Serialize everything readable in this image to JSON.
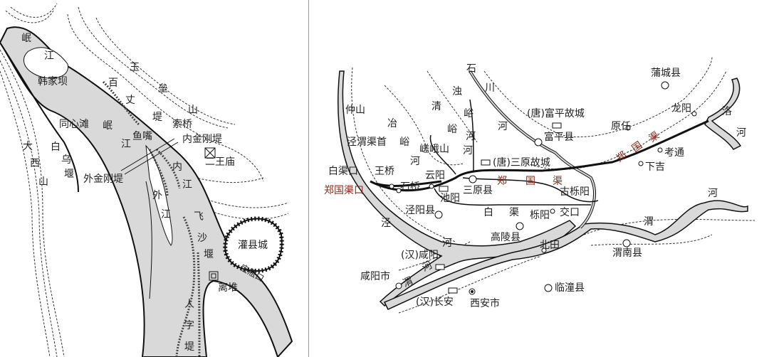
{
  "colors": {
    "water": "#d9d9d9",
    "line": "#111111",
    "canal_label": "#8b2b1a"
  },
  "left_map": {
    "labels": {
      "min_river_1": "岷",
      "jiang_1": "江",
      "hanjiaba": "韩家坝",
      "bai": "百",
      "yu": "玉",
      "lei": "垒",
      "zhang": "丈",
      "shan_1": "山",
      "di_1": "堤",
      "tongxintan": "同心滩",
      "min_river_2": "岷",
      "suoqiao": "索桥",
      "yuzui": "鱼嘴",
      "nei_jingang_di": "内金刚堤",
      "jiang_2": "江",
      "da": "大",
      "bai_2": "白",
      "erwangmiao": "二王庙",
      "xi": "西",
      "wu": "乌",
      "nei": "内",
      "yan_1": "堰",
      "wai_jingang_di": "外金刚堤",
      "shan_2": "山",
      "jiang_3": "江",
      "wai": "外",
      "jiang_4": "江",
      "fei": "飞",
      "sha": "沙",
      "guanxiancheng": "灌县城",
      "yan_2": "堰",
      "lidui": "离堆",
      "baopingkou": "宝瓶口",
      "ren": "人",
      "zi": "字",
      "di_2": "堤"
    }
  },
  "right_map": {
    "labels": {
      "puchengxian": "蒲城县",
      "luo": "洛",
      "he_luo": "河",
      "longyang": "龙阳",
      "yuanren": "原任",
      "tang_fuping": "(唐)富平故城",
      "fupingxian": "富平县",
      "shi": "石",
      "zhuo": "浊",
      "chuan": "川",
      "qing": "清",
      "yu_1": "峪",
      "he_1": "河",
      "zhongshan": "仲山",
      "ye": "冶",
      "jingwei_qushou": "泾渭渠首",
      "yu_2": "峪",
      "cuoeshan": "嵯峨山",
      "he_2": "河",
      "he_3": "河",
      "yu_3": "峪",
      "he_4": "河",
      "kaotong": "考通",
      "xiaji": "下吉",
      "tang_sanyuan": "(唐)三原故城",
      "baiqukou": "白渠口",
      "wangqiao": "王桥",
      "yunyang": "云阳",
      "shiqiao": "石桥",
      "sanyuanxian": "三原县",
      "guyueyang": "古栎阳",
      "he_wei": "河",
      "chiyang": "池阳",
      "jingyangxian": "泾阳县",
      "bai": "白",
      "qu": "渠",
      "yueyang": "栎阳",
      "jiaokou": "交口",
      "wei": "渭",
      "jing": "泾",
      "gaolingxian": "高陵县",
      "he_jing": "河",
      "beitian": "北田",
      "weinanxian": "渭南县",
      "han_xianyang": "(汉)咸阳",
      "xianyangshi": "咸阳市",
      "wei_2": "渭",
      "he_5": "河",
      "lintongxian": "临潼县",
      "han_changan": "(汉)长安",
      "xianshi": "西安市"
    },
    "canal_labels": {
      "zhengguoqukou": "郑国渠口",
      "zhengguoqu_1": [
        "郑",
        "国",
        "渠"
      ],
      "zhengguoqu_2": [
        "郑",
        "国",
        "渠"
      ]
    }
  }
}
